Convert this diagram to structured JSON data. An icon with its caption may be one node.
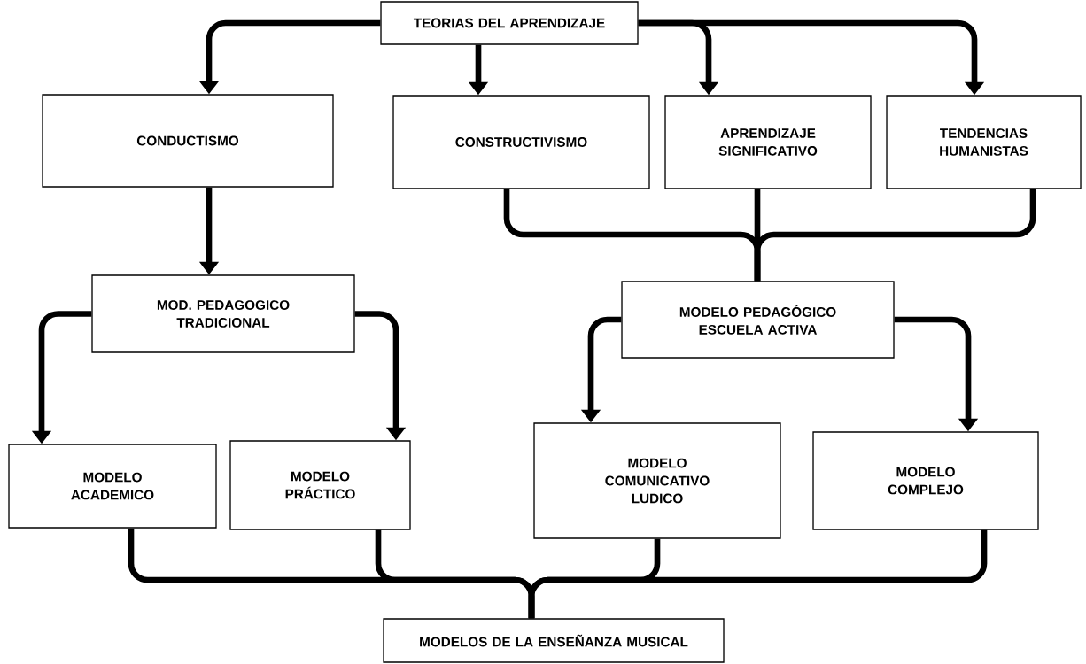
{
  "diagram": {
    "nodes": [
      {
        "text": [
          "TEORIAS DEL APRENDIZAJE"
        ]
      },
      {
        "text": [
          "CONDUCTISMO"
        ]
      },
      {
        "text": [
          "CONSTRUCTIVISMO"
        ]
      },
      {
        "text": [
          "APRENDIZAJE SIGNIFICATIVO"
        ]
      },
      {
        "text": [
          "TENDENCIAS HUMANISTAS"
        ]
      },
      {
        "text": [
          "MOD. PEDAGOGICO TRADICIONAL"
        ]
      },
      {
        "text": [
          "MODELO PEDAGÓGICO ESCUELA ACTIVA"
        ]
      },
      {
        "text": [
          "MODELO ACADEMICO"
        ]
      },
      {
        "text": [
          "MODELO PRÁCTICO"
        ]
      },
      {
        "text": [
          "MODELO COMUNICATIVO LUDICO"
        ]
      },
      {
        "text": [
          "MODELO COMPLEJO"
        ]
      },
      {
        "text": [
          "MODELOS DE LA ENSEÑANZA MUSICAL"
        ]
      }
    ],
    "edges": [
      {
        "from": 0,
        "to": 1,
        "arrow": "to"
      },
      {
        "from": 0,
        "to": 2,
        "arrow": "to"
      },
      {
        "from": 0,
        "to": 3,
        "arrow": "to"
      },
      {
        "from": 0,
        "to": 4,
        "arrow": "to"
      },
      {
        "from": 1,
        "to": 5,
        "arrow": "to"
      },
      {
        "from": 2,
        "to": 6,
        "arrow": "none"
      },
      {
        "from": 3,
        "to": 6,
        "arrow": "none"
      },
      {
        "from": 4,
        "to": 6,
        "arrow": "none"
      },
      {
        "from": 5,
        "to": 7,
        "arrow": "to"
      },
      {
        "from": 5,
        "to": 8,
        "arrow": "to"
      },
      {
        "from": 6,
        "to": 9,
        "arrow": "to"
      },
      {
        "from": 6,
        "to": 10,
        "arrow": "to"
      },
      {
        "from": 7,
        "to": 11,
        "arrow": "none"
      },
      {
        "from": 8,
        "to": 11,
        "arrow": "none"
      },
      {
        "from": 9,
        "to": 11,
        "arrow": "none"
      },
      {
        "from": 10,
        "to": 11,
        "arrow": "none"
      }
    ]
  }
}
